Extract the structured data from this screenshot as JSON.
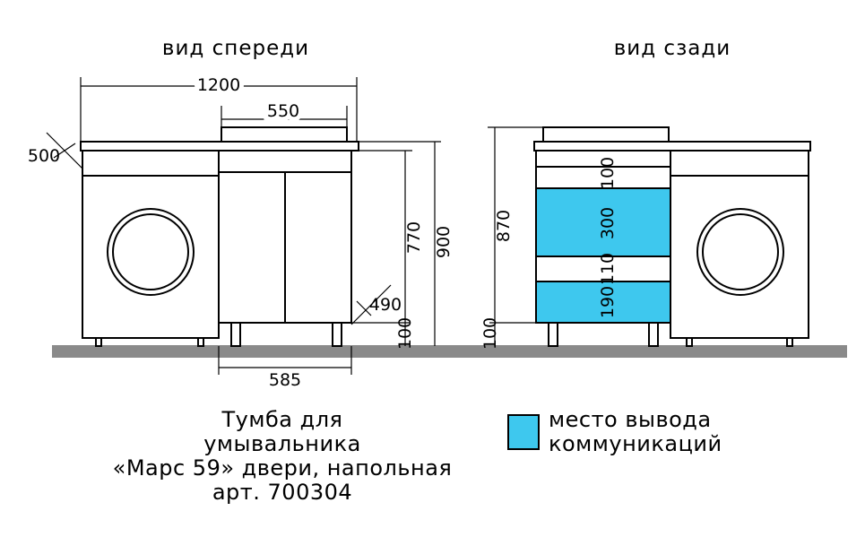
{
  "views": {
    "front_title": "вид спереди",
    "rear_title": "вид сзади"
  },
  "dimensions": {
    "front": {
      "total_width": "1200",
      "cabinet_top_width": "550",
      "depth_left": "500",
      "cabinet_depth": "490",
      "height_770": "770",
      "height_900": "900",
      "leg_height": "100",
      "cabinet_width": "585"
    },
    "rear": {
      "height_870": "870",
      "leg_height": "100",
      "section_100": "100",
      "section_300": "300",
      "section_110": "110",
      "section_190": "190"
    }
  },
  "caption": {
    "line1": "Тумба для",
    "line2": "умывальника",
    "line3": "«Марс 59» двери, напольная",
    "line4": "арт. 700304"
  },
  "legend": {
    "line1": "место вывода",
    "line2": "коммуникаций",
    "swatch_color": "#3ec8ee"
  },
  "colors": {
    "floor": "#8a8a8a",
    "communication_zone": "#3ec8ee"
  }
}
